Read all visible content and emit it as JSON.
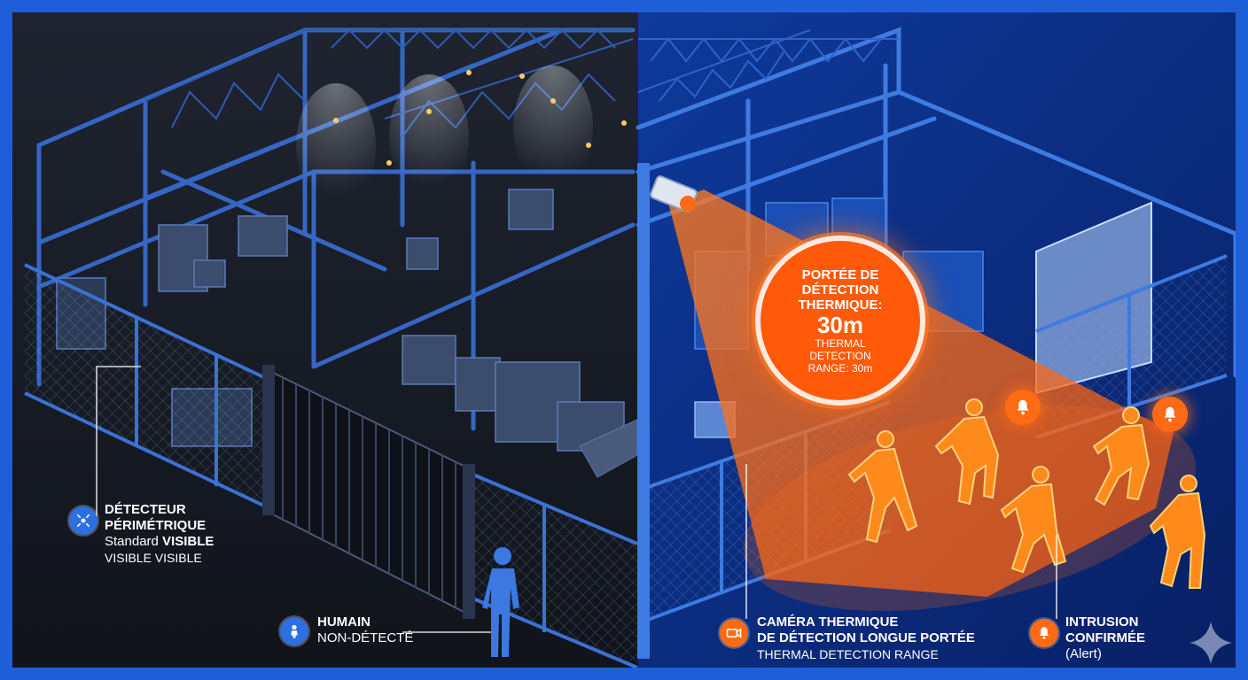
{
  "callouts": {
    "perimeter": {
      "title_line1": "DÉTECTEUR",
      "title_line2": "PÉRIMÉTRIQUE",
      "sub_line1_prefix": "Standard ",
      "sub_line1_bold": "VISIBLE",
      "sub_line2": "VISIBLE VISIBLE",
      "icon": "perimeter-sensor-icon"
    },
    "human": {
      "title": "HUMAIN",
      "subtitle": "NON-DÉTECTÉ",
      "icon": "person-icon"
    },
    "camera": {
      "title_line1": "CAMÉRA THERMIQUE",
      "title_line2": "DE DÉTECTION LONGUE PORTÉE",
      "subtitle": "THERMAL DETECTION RANGE",
      "icon": "camera-icon"
    },
    "intrusion": {
      "title_line1": "INTRUSION",
      "title_line2": "CONFIRMÉE",
      "subtitle": "(Alert)",
      "icon": "alarm-bell-icon"
    }
  },
  "range_badge": {
    "line1": "PORTÉE DE",
    "line2": "DÉTECTION",
    "line3": "THERMIQUE:",
    "value": "30m",
    "en_line1": "THERMAL",
    "en_line2": "DETECTION",
    "en_line3": "RANGE: 30m"
  },
  "colors": {
    "frame": "#1e5fd8",
    "night_side": "#1a1f2b",
    "thermal_side": "#0b2f8a",
    "structure": "#3a72d6",
    "thermal_orange": "#ff6a14",
    "beam": "#ff5a0a"
  }
}
